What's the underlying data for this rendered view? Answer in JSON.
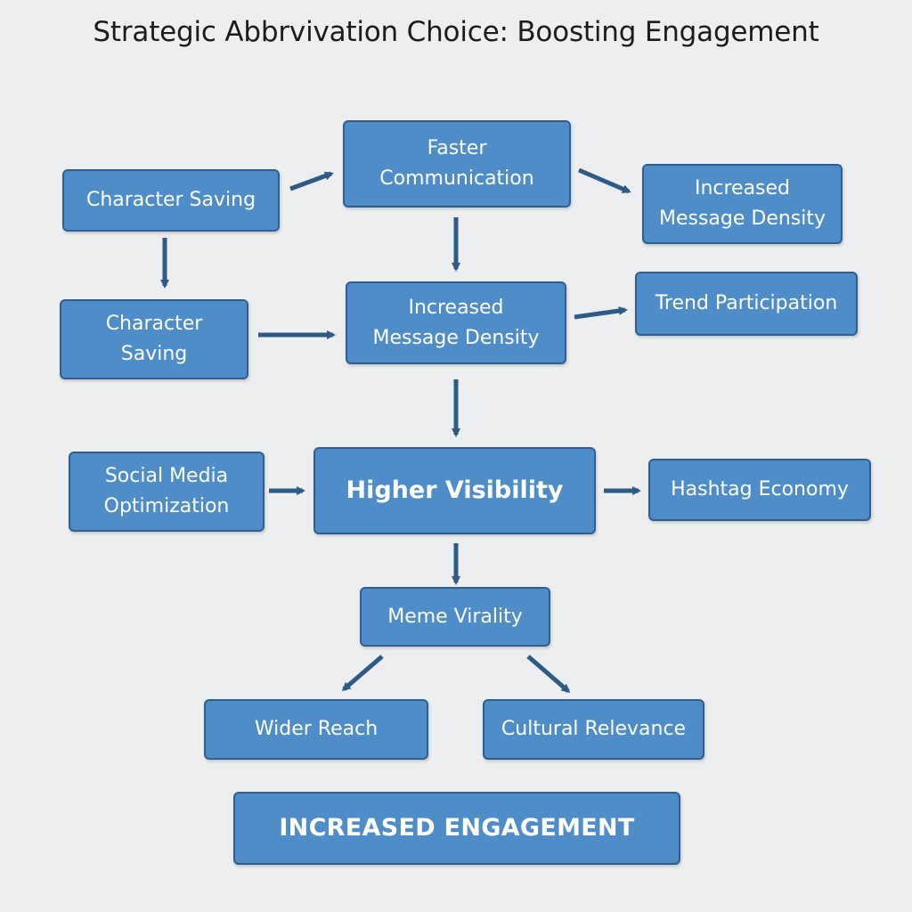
{
  "title": "Strategic Abbrvivation Choice: Boosting Engagement",
  "colors": {
    "background": "#eceef0",
    "node_fill": "#4f8dc8",
    "node_border": "#2f5f90",
    "arrow": "#2e5a86",
    "text": "#ffffff"
  },
  "nodes": {
    "character_saving_top": "Character Saving",
    "faster_communication": "Faster Communication",
    "increased_density_right": "Increased Message Density",
    "character_saving_left": "Character Saving",
    "increased_density_center": "Increased Message Density",
    "trend_participation": "Trend Participation",
    "social_media_optimization": "Social Media Optimization",
    "higher_visibility": "Higher Visibility",
    "hashtag_economy": "Hashtag Economy",
    "meme_virality": "Meme Virality",
    "wider_reach": "Wider Reach",
    "cultural_relevance": "Cultural Relevance",
    "increased_engagement": "INCREASED ENGAGEMENT"
  },
  "edges": [
    {
      "from": "character_saving_top",
      "to": "faster_communication"
    },
    {
      "from": "faster_communication",
      "to": "increased_density_right"
    },
    {
      "from": "character_saving_top",
      "to": "character_saving_left"
    },
    {
      "from": "faster_communication",
      "to": "increased_density_center"
    },
    {
      "from": "character_saving_left",
      "to": "increased_density_center"
    },
    {
      "from": "increased_density_center",
      "to": "trend_participation"
    },
    {
      "from": "increased_density_center",
      "to": "higher_visibility"
    },
    {
      "from": "social_media_optimization",
      "to": "higher_visibility"
    },
    {
      "from": "higher_visibility",
      "to": "hashtag_economy"
    },
    {
      "from": "higher_visibility",
      "to": "meme_virality"
    },
    {
      "from": "meme_virality",
      "to": "wider_reach"
    },
    {
      "from": "meme_virality",
      "to": "cultural_relevance"
    }
  ]
}
